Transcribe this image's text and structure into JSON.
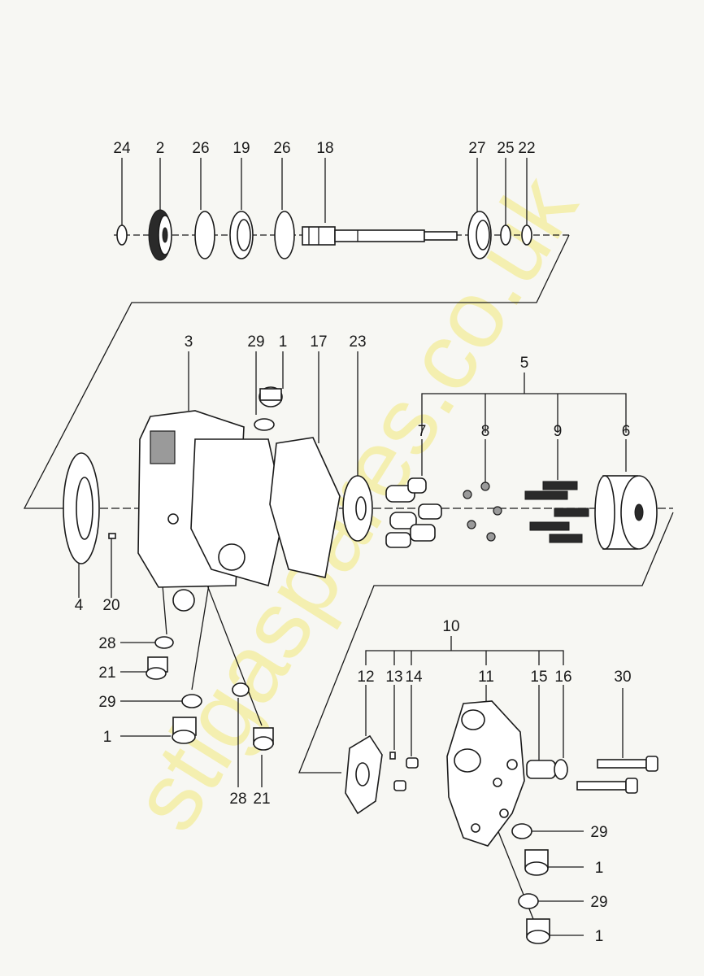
{
  "watermark": "stigaspares.co.uk",
  "labels": {
    "l24": "24",
    "l2": "2",
    "l26a": "26",
    "l19": "19",
    "l26b": "26",
    "l18": "18",
    "l27": "27",
    "l25": "25",
    "l22": "22",
    "l3": "3",
    "l29a": "29",
    "l1a": "1",
    "l17": "17",
    "l23": "23",
    "l5": "5",
    "l7": "7",
    "l8": "8",
    "l9": "9",
    "l6": "6",
    "l4": "4",
    "l20": "20",
    "l28a": "28",
    "l21a": "21",
    "l29b": "29",
    "l1b": "1",
    "l28b": "28",
    "l21b": "21",
    "l10": "10",
    "l12": "12",
    "l13": "13",
    "l14": "14",
    "l11": "11",
    "l15": "15",
    "l16": "16",
    "l30": "30",
    "l29c": "29",
    "l1c": "1",
    "l29d": "29",
    "l1d": "1"
  }
}
